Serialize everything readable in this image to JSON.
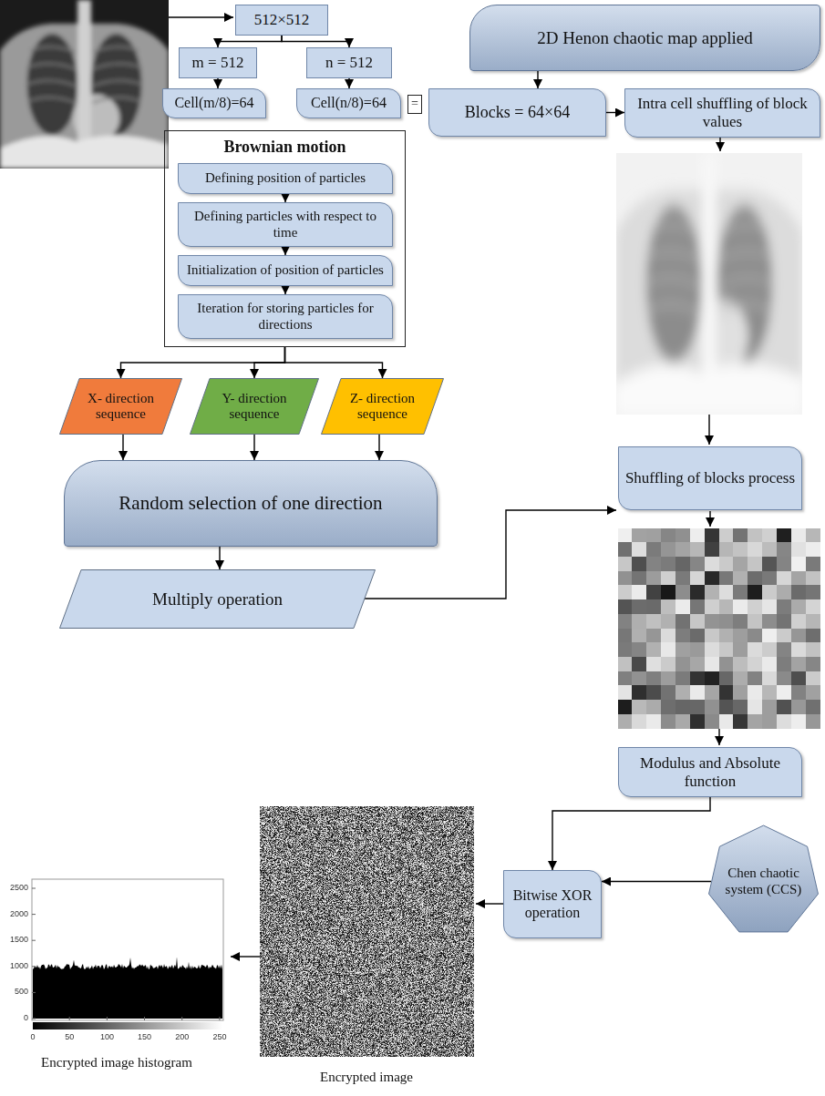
{
  "diagram": {
    "nodes": [
      {
        "text": [
          "512×512"
        ]
      },
      {
        "text": [
          "m = 512"
        ]
      },
      {
        "text": [
          "n = 512"
        ]
      },
      {
        "text": [
          "Cell(m/8)=64"
        ]
      },
      {
        "text": [
          "Cell(n/8)=64"
        ]
      },
      {
        "text": [
          "="
        ]
      },
      {
        "text": [
          "2D Henon chaotic map applied"
        ]
      },
      {
        "text": [
          "Blocks = 64×64"
        ]
      },
      {
        "text": [
          "Intra cell shuffling of block values"
        ]
      },
      {
        "text": [
          "Brownian motion"
        ]
      },
      {
        "text": [
          "Defining position of particles"
        ],
        "in": 9
      },
      {
        "text": [
          "Defining particles with respect to time"
        ],
        "in": 9
      },
      {
        "text": [
          "Initialization of position of particles"
        ],
        "in": 9
      },
      {
        "text": [
          "Iteration for storing particles for directions"
        ],
        "in": 9
      },
      {
        "text": [
          "Shuffling of blocks process"
        ]
      },
      {
        "text": [
          "X- direction sequence"
        ]
      },
      {
        "text": [
          "Y- direction sequence"
        ]
      },
      {
        "text": [
          "Z- direction sequence"
        ]
      },
      {
        "text": [
          "Random selection of one direction"
        ]
      },
      {
        "text": [
          "Multiply operation"
        ]
      },
      {
        "text": [
          "Modulus and Absolute function"
        ]
      },
      {
        "text": [
          "Chen chaotic system (CCS)"
        ]
      },
      {
        "text": [
          "Bitwise XOR operation"
        ]
      }
    ],
    "edges": [
      {
        "from": 0,
        "to": 1,
        "arrow": "to"
      },
      {
        "from": 0,
        "to": 2,
        "arrow": "to"
      },
      {
        "from": 1,
        "to": 3,
        "arrow": "to"
      },
      {
        "from": 2,
        "to": 4,
        "arrow": "to"
      },
      {
        "from": 6,
        "to": 7,
        "arrow": "to"
      },
      {
        "from": 7,
        "to": 8,
        "arrow": "to"
      },
      {
        "from": 10,
        "to": 11,
        "arrow": "to"
      },
      {
        "from": 11,
        "to": 12,
        "arrow": "to"
      },
      {
        "from": 12,
        "to": 13,
        "arrow": "to"
      },
      {
        "from": 9,
        "to": 15,
        "arrow": "to"
      },
      {
        "from": 9,
        "to": 16,
        "arrow": "to"
      },
      {
        "from": 9,
        "to": 17,
        "arrow": "to"
      },
      {
        "from": 15,
        "to": 18,
        "arrow": "to"
      },
      {
        "from": 16,
        "to": 18,
        "arrow": "to"
      },
      {
        "from": 17,
        "to": 18,
        "arrow": "to"
      },
      {
        "from": 18,
        "to": 19,
        "arrow": "to"
      },
      {
        "from": 20,
        "to": 22,
        "arrow": "to"
      },
      {
        "from": 21,
        "to": 22,
        "arrow": "to"
      }
    ],
    "labels": [
      "2500",
      "2000",
      "1500",
      "1000",
      "500",
      "0",
      "0",
      "50",
      "100",
      "150",
      "200",
      "250",
      "Encrypted image histogram",
      "Encrypted image"
    ]
  }
}
